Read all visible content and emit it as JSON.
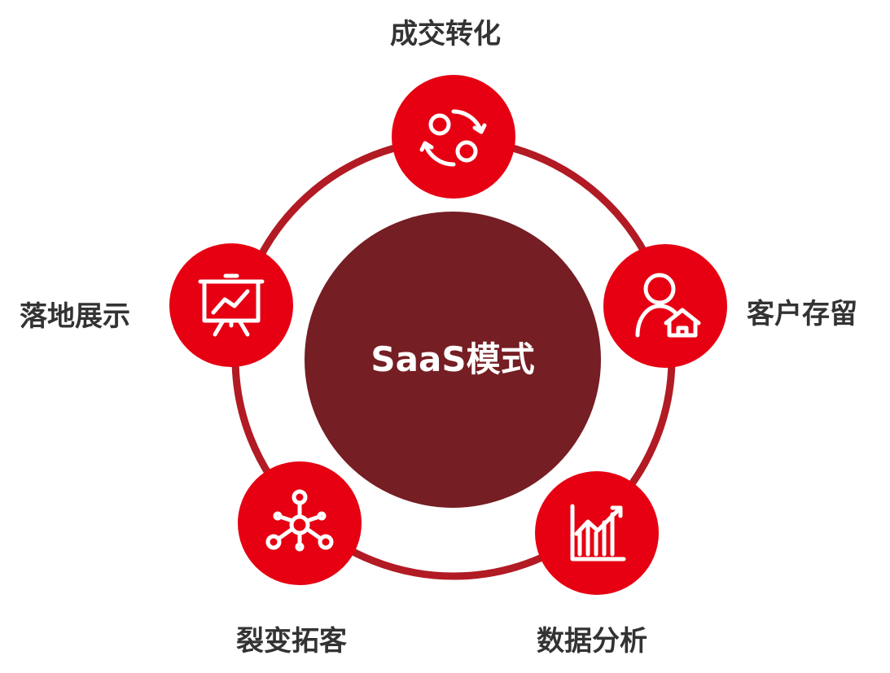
{
  "center": {
    "label": "SaaS模式",
    "color": "#751e23"
  },
  "ring_color": "#b21a24",
  "node_color": "#e60012",
  "icon_color": "#ffffff",
  "label_color": "#333333",
  "nodes": [
    {
      "label": "成交转化",
      "icon": "exchange-cycle-icon"
    },
    {
      "label": "客户存留",
      "icon": "user-home-icon"
    },
    {
      "label": "数据分析",
      "icon": "growth-chart-icon"
    },
    {
      "label": "裂变拓客",
      "icon": "network-hub-icon"
    },
    {
      "label": "落地展示",
      "icon": "presentation-board-icon"
    }
  ]
}
